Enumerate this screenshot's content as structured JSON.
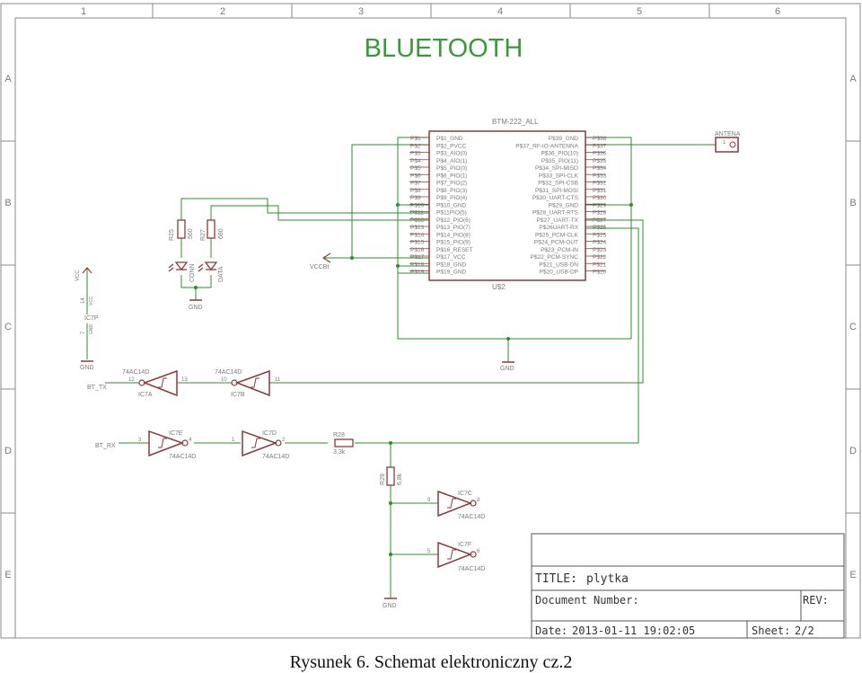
{
  "frame": {
    "columns": [
      "1",
      "2",
      "3",
      "4",
      "5",
      "6"
    ],
    "rows": [
      "A",
      "B",
      "C",
      "D",
      "E"
    ]
  },
  "title": "BLUETOOTH",
  "colors": {
    "wire": "#2e8b2e",
    "title": "#3a9a3a",
    "part": "#8b3a3a",
    "text": "#7a7a7a"
  },
  "module": {
    "name": "BTM-222_ALL",
    "ref": "U$2",
    "left_pads": [
      "P$1",
      "P$2",
      "P$3",
      "P$4",
      "P$5",
      "P$6",
      "P$7",
      "P$8",
      "P$9",
      "P$10",
      "P$11",
      "P$12",
      "P$13",
      "P$14",
      "P$15",
      "P$16",
      "P$17",
      "P$18",
      "P$19"
    ],
    "left_pins": [
      "P$1_GND",
      "P$2_PVCC",
      "P$3_AIO(0)",
      "P$4_AIO(1)",
      "P$5_PIO(0)",
      "P$6_PIO(1)",
      "P$7_PIO(2)",
      "P$8_PIO(3)",
      "P$9_PIO(4)",
      "P$10_GND",
      "P$11PIO(5)",
      "P$12_PIO(6)",
      "P$13_PIO(7)",
      "P$14_PIO(8)",
      "P$15_PIO(9)",
      "P$16_RESET",
      "P$17_VCC",
      "P$18_GND",
      "P$19_GND"
    ],
    "right_pins": [
      "P$39_GND",
      "P$37_RF-IO-ANTENNA",
      "P$36_PIO(10)",
      "P$35_PIO(11)",
      "P$34_SPI-MISO",
      "P$33_SPI-CLK",
      "P$32_SPI-CSB",
      "P$31_SPI-MOSI",
      "P$30_UART-CTS",
      "P$29_GND",
      "P$28_UART-RTS",
      "P$27_UART-TX",
      "P$26UART-RX",
      "P$25_PCM-CLK",
      "P$24_PCM-OUT",
      "P$23_PCM-IN",
      "P$22_PCM-SYNC",
      "P$21_USB-DN",
      "P$20_USB-DP"
    ],
    "right_pads": [
      "P$38",
      "P$37",
      "P$36",
      "P$35",
      "P$34",
      "P$33",
      "P$32",
      "P$31",
      "P$30",
      "P$29",
      "P$28",
      "P$27",
      "P$26",
      "P$25",
      "P$24",
      "P$23",
      "P$22",
      "P$21",
      "P$20"
    ]
  },
  "antenna": {
    "label": "ANTENA",
    "pin": "1"
  },
  "resistors": {
    "r25": {
      "name": "R25",
      "value": "560"
    },
    "r27": {
      "name": "R27",
      "value": "680"
    },
    "r28": {
      "name": "R28",
      "value": "3,3k"
    },
    "r29": {
      "name": "R29",
      "value": "6,8k"
    }
  },
  "leds": {
    "conn": "CONN",
    "data": "DATA"
  },
  "power": {
    "vcc": "VCC",
    "vccbt": "VCCBt",
    "gnd": "GND"
  },
  "ic7p": {
    "name": "IC7P",
    "vcc_pin": "14",
    "vcc_label": "VCC",
    "gnd_pin": "7",
    "gnd_label": "GND"
  },
  "gates": {
    "ic7a": {
      "name": "IC7A",
      "part": "74AC14D",
      "in": "13",
      "out": "12"
    },
    "ic7b": {
      "name": "IC7B",
      "part": "74AC14D",
      "in": "11",
      "out": "10"
    },
    "ic7e": {
      "name": "IC7E",
      "part": "74AC14D",
      "in": "3",
      "out": "4"
    },
    "ic7d": {
      "name": "IC7D",
      "part": "74AC14D",
      "in": "1",
      "out": "2"
    },
    "ic7c": {
      "name": "IC7C",
      "part": "74AC14D",
      "in": "9",
      "out": "8"
    },
    "ic7f": {
      "name": "IC7F",
      "part": "74AC14D",
      "in": "5",
      "out": "6"
    }
  },
  "nets": {
    "bt_tx": "BT_TX",
    "bt_rx": "BT_RX"
  },
  "titleblock": {
    "title_label": "TITLE:",
    "title_value": "plytka",
    "doc_label": "Document Number:",
    "rev_label": "REV:",
    "date_label": "Date:",
    "date_value": "2013-01-11 19:02:05",
    "sheet_label": "Sheet:",
    "sheet_value": "2/2"
  },
  "caption": "Rysunek 6. Schemat elektroniczny cz.2"
}
